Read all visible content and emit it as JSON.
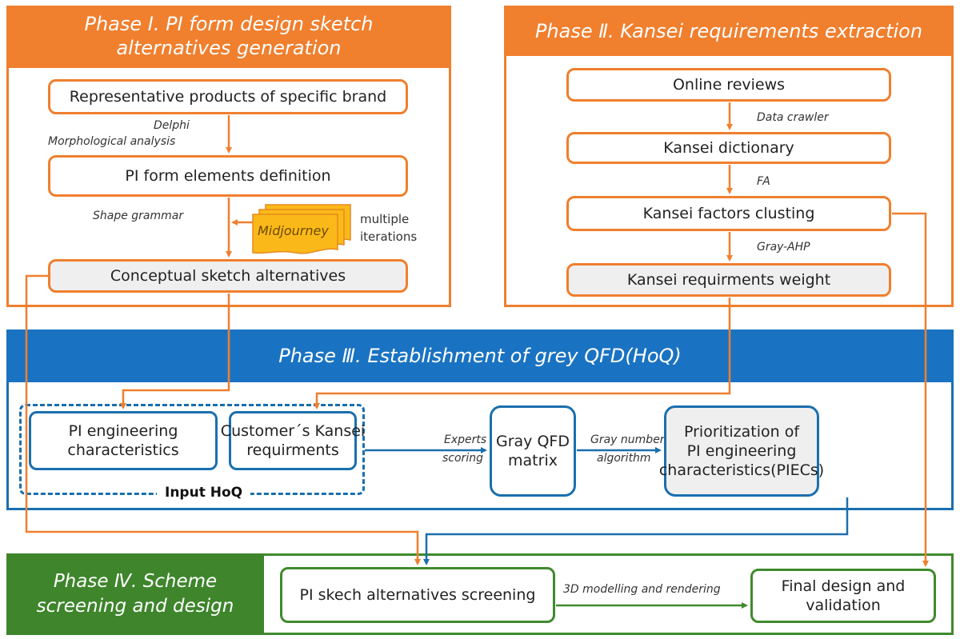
{
  "phase1": {
    "title_line1": "Phase  Ⅰ. PI form design sketch",
    "title_line2": "alternatives generation",
    "boxes": [
      "Representative products of specific brand",
      "PI form elements definition",
      "Conceptual sketch alternatives"
    ],
    "labels": {
      "delphi": "Delphi",
      "morph": "Morphological analysis",
      "shape_grammar": "Shape grammar",
      "midjourney": "Midjourney",
      "multiple": "multiple",
      "iterations": "iterations"
    }
  },
  "phase2": {
    "title": "Phase  Ⅱ. Kansei requirements extraction",
    "boxes": [
      "Online  reviews",
      "Kansei dictionary",
      "Kansei factors clusting",
      "Kansei requirments weight"
    ],
    "labels": {
      "crawler": "Data crawler",
      "fa": "FA",
      "gray_ahp": "Gray-AHP"
    }
  },
  "phase3": {
    "title": "Phase Ⅲ. Establishment of grey QFD(HoQ)",
    "boxes": {
      "pi_eng_1": "PI engineering",
      "pi_eng_2": "characteristics",
      "cust_1": "Customer´s Kansei",
      "cust_2": "requirments",
      "qfd_1": "Gray QFD",
      "qfd_2": "matrix",
      "prio_1": "Prioritization of",
      "prio_2": "PI engineering",
      "prio_3": "characteristics(PIECs)"
    },
    "input_hoq": "Input HoQ",
    "labels": {
      "experts_1": "Experts",
      "experts_2": "scoring",
      "gray_num_1": "Gray number",
      "gray_num_2": "algorithm"
    }
  },
  "phase4": {
    "title_line1": "Phase Ⅳ. Scheme",
    "title_line2": "screening and design",
    "boxes": {
      "screening": "PI skech alternatives screening",
      "final_1": "Final design and",
      "final_2": "validation"
    },
    "labels": {
      "modelling": "3D modelling and rendering"
    }
  },
  "colors": {
    "phase1_2": "#f07f2e",
    "phase3": "#1a73c2",
    "phase4": "#3e852c",
    "midjourney": "#fbb919"
  }
}
